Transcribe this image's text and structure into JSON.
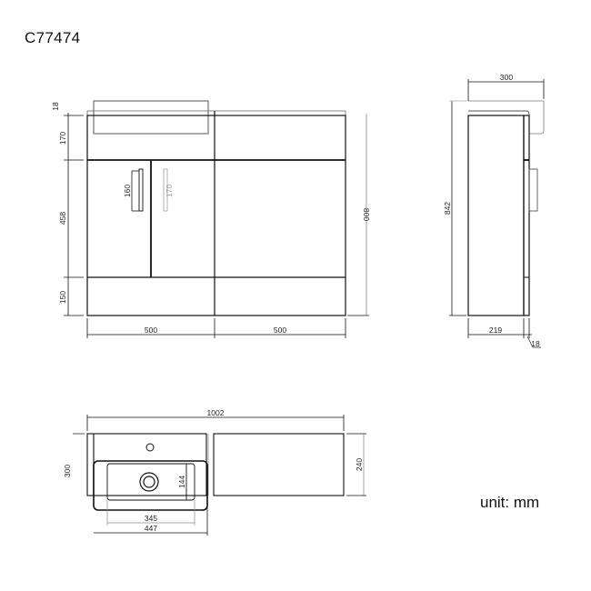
{
  "title": "C77474",
  "unit_label": "unit: mm",
  "front_view": {
    "dims": {
      "basin_rim": "18",
      "top_section": "170",
      "door_section": "458",
      "plinth": "150",
      "total_height": "800",
      "left_width": "500",
      "right_width": "500",
      "handle_left": "160",
      "handle_right": "170"
    }
  },
  "side_view": {
    "dims": {
      "depth_top": "300",
      "height": "842",
      "body_depth": "219",
      "door_thickness": "18"
    }
  },
  "top_view": {
    "dims": {
      "total_width": "1002",
      "basin_depth": "300",
      "cabinet_depth": "240",
      "bowl_depth": "144",
      "bowl_width": "345",
      "basin_width": "447"
    }
  }
}
